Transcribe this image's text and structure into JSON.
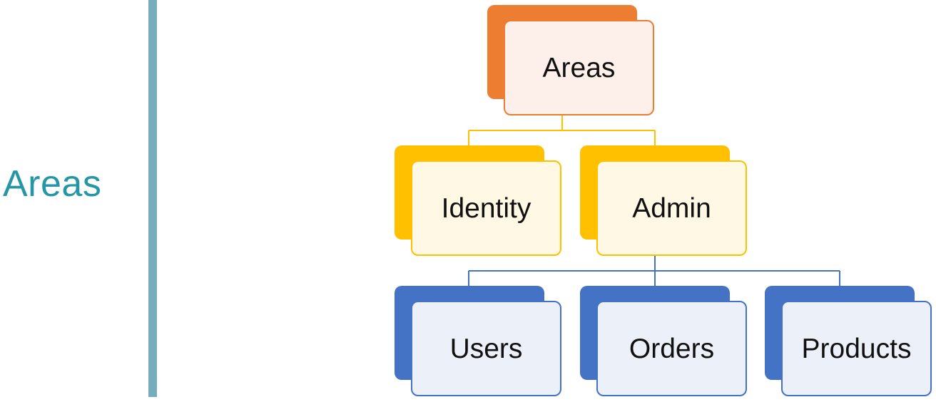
{
  "title": "Areas",
  "colors": {
    "title": "#2596a6",
    "divider": "#76adbd",
    "orange": "#ed7d31",
    "orange_fill": "#fdf0ea",
    "yellow": "#ffc000",
    "yellow_fill": "#fff8e5",
    "blue": "#4472c4",
    "blue_fill": "#ecf0f9"
  },
  "diagram": {
    "root": {
      "label": "Areas",
      "color": "orange"
    },
    "level2": [
      {
        "label": "Identity",
        "color": "yellow"
      },
      {
        "label": "Admin",
        "color": "yellow"
      }
    ],
    "level3": [
      {
        "label": "Users",
        "color": "blue"
      },
      {
        "label": "Orders",
        "color": "blue"
      },
      {
        "label": "Products",
        "color": "blue"
      }
    ]
  }
}
